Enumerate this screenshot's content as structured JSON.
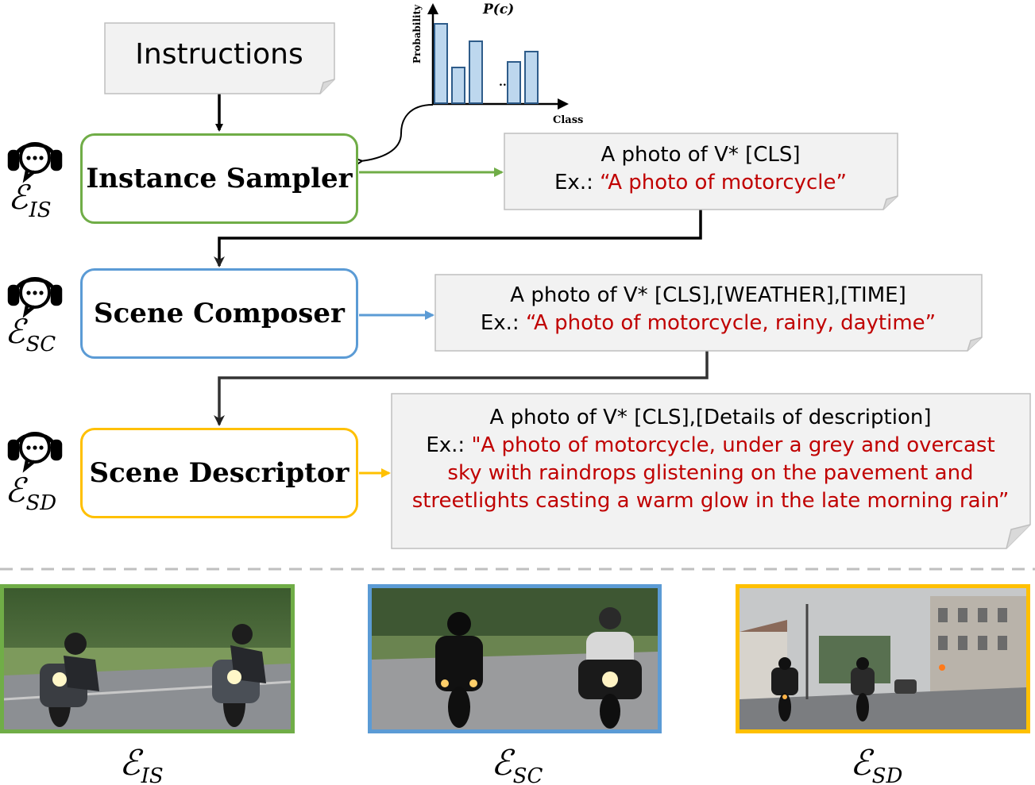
{
  "instructions": {
    "label": "Instructions"
  },
  "chart": {
    "title": "P(c)",
    "ylabel": "Probability",
    "xlabel": "Class",
    "ellipsis": "..."
  },
  "chart_data": {
    "type": "bar",
    "title": "P(c)",
    "xlabel": "Class",
    "ylabel": "Probability",
    "values": [
      1.0,
      0.45,
      0.78,
      0.52,
      0.65
    ],
    "gap_after_index": 3,
    "bar_color": "#bdd7ee",
    "grid": false
  },
  "stages": {
    "instance_sampler": {
      "label": "Instance Sampler",
      "symbol": "ℰ",
      "subscript": "IS",
      "color": "#70ad47"
    },
    "scene_composer": {
      "label": "Scene Composer",
      "symbol": "ℰ",
      "subscript": "SC",
      "color": "#5b9bd5"
    },
    "scene_descriptor": {
      "label": "Scene Descriptor",
      "symbol": "ℰ",
      "subscript": "SD",
      "color": "#ffc000"
    }
  },
  "notes": {
    "is": {
      "template": "A photo of V* [CLS]",
      "ex_prefix": "Ex.: ",
      "example": "“A photo of motorcycle”"
    },
    "sc": {
      "template": "A photo of V* [CLS],[WEATHER],[TIME]",
      "ex_prefix": "Ex.: ",
      "example": "“A photo of motorcycle, rainy, daytime”"
    },
    "sd": {
      "template": "A photo of V* [CLS],[Details of description]",
      "ex_prefix": "Ex.: ",
      "example_line1": "\"A photo of motorcycle, under a grey and overcast",
      "example_line2": "sky with raindrops glistening on the pavement and",
      "example_line3": "streetlights casting a warm glow in the late morning rain”"
    }
  },
  "photos": {
    "is": {
      "symbol": "ℰ",
      "subscript": "IS"
    },
    "sc": {
      "symbol": "ℰ",
      "subscript": "SC"
    },
    "sd": {
      "symbol": "ℰ",
      "subscript": "SD"
    }
  },
  "colors": {
    "green": "#70ad47",
    "blue": "#5b9bd5",
    "yellow": "#ffc000",
    "red_text": "#c00000",
    "note_fill": "#f2f2f2",
    "note_border": "#bfbfbf"
  }
}
